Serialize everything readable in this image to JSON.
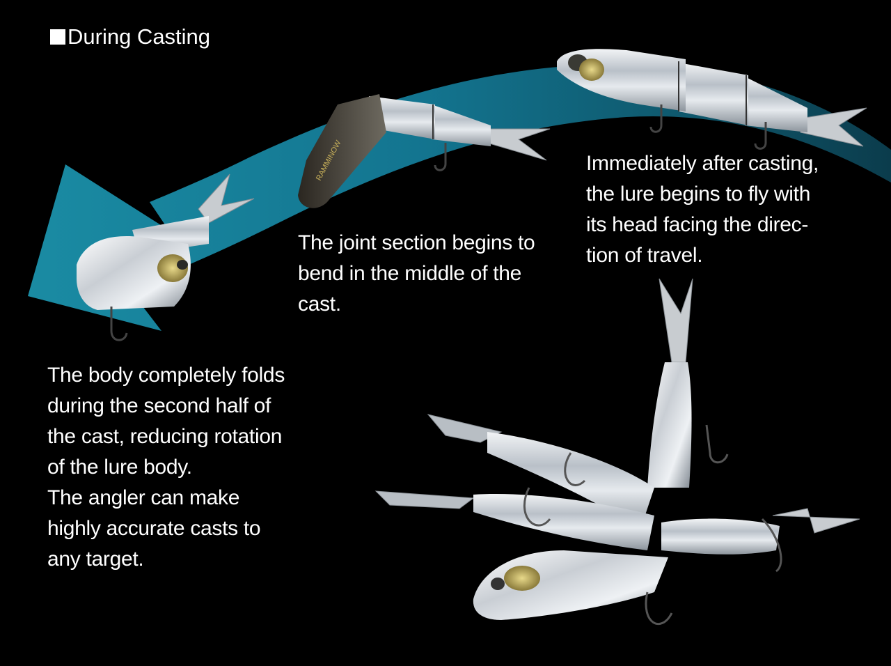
{
  "title": "During Casting",
  "captions": {
    "start": "Immediately after casting,\nthe lure begins to fly with\nits head facing the direc-\ntion of travel.",
    "middle": "The joint section begins to\nbend in the middle of the\ncast.",
    "end": "The body completely folds\nduring the second half of\nthe cast, reducing rotation\nof the lure body.\nThe angler can make\nhighly accurate casts to\nany target."
  },
  "lure_brand_mark": "RAMMINOW",
  "colors": {
    "background": "#000000",
    "arrow_light": "#1f8fa6",
    "arrow_dark": "#0d4a5e",
    "text": "#ffffff"
  },
  "icons": [
    "square-bullet-icon",
    "curved-arrow-icon"
  ]
}
